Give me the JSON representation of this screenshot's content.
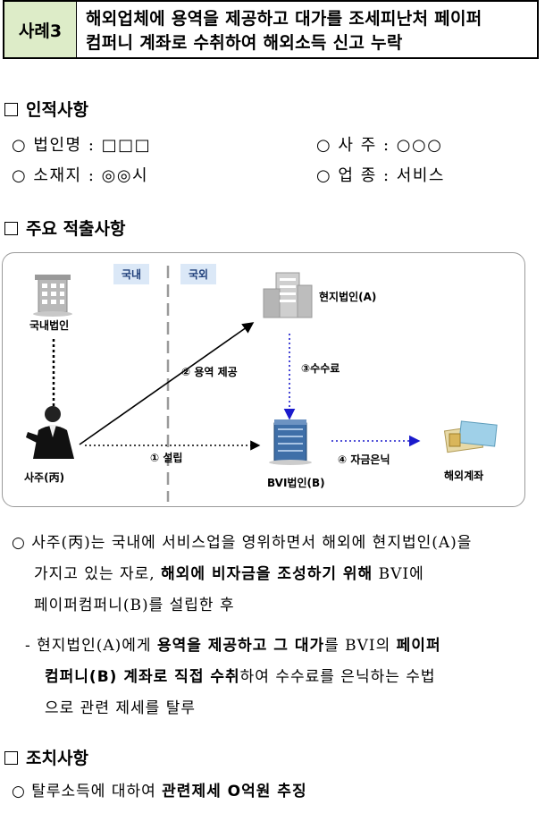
{
  "header": {
    "case_label": "사례3",
    "title_line1": "해외업체에 용역을 제공하고 대가를 조세피난처 페이퍼",
    "title_line2": "컴퍼니 계좌로 수취하여 해외소득 신고 누락"
  },
  "section_personal": {
    "title": "인적사항",
    "corp_name": "○ 법인명 : □□□",
    "owner": "○ 사  주 : ○○○",
    "location": "○ 소재지 : ◎◎시",
    "industry": "○ 업  종 : 서비스"
  },
  "section_findings": {
    "title": "주요 적출사항"
  },
  "diagram": {
    "domestic_tag": "국내",
    "overseas_tag": "국외",
    "domestic_corp": "국내법인",
    "local_corp": "현지법인(A)",
    "owner": "사주(丙)",
    "bvi_corp": "BVI법인(B)",
    "overseas_account": "해외계좌",
    "step1": "① 설립",
    "step2": "② 용역 제공",
    "step3": "③수수료",
    "step4": "④ 자금은닉"
  },
  "body": {
    "p1_line1": "○ 사주(丙)는 국내에 서비스업을 영위하면서 해외에 현지법인(A)을",
    "p1_line2_a": "가지고 있는 자로, ",
    "p1_line2_b": "해외에 비자금을 조성하기 위해",
    "p1_line2_c": " BVI에",
    "p1_line3": "페이퍼컴퍼니(B)를 설립한 후",
    "p2_line1_a": "- 현지법인(A)에게 ",
    "p2_line1_b": "용역을 제공하고 그 대가",
    "p2_line1_c": "를 BVI의 ",
    "p2_line1_d": "페이퍼",
    "p2_line2_a": "컴퍼니(B) 계좌로 직접 수취",
    "p2_line2_b": "하여 수수료를 은닉하는 수법",
    "p2_line3": "으로 관련 제세를 탈루"
  },
  "section_action": {
    "title": "조치사항",
    "line_a": "○ 탈루소득에 대하여 ",
    "line_b": "관련제세 O억원 추징"
  }
}
